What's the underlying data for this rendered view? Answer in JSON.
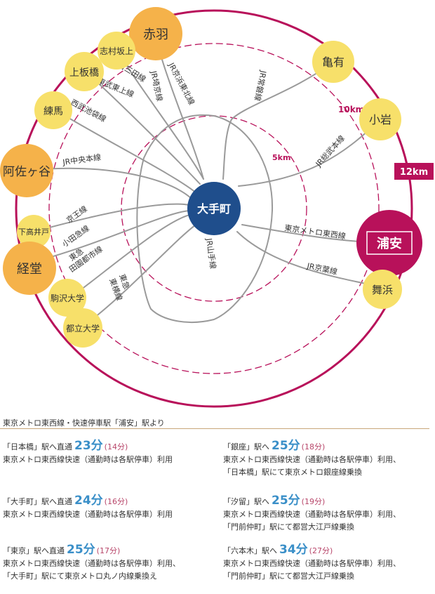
{
  "map": {
    "center": "大手町",
    "rings": [
      "5km",
      "10km",
      "12km"
    ],
    "stations": {
      "akabane": "赤羽",
      "shimura": "志村坂上",
      "kamiitabashi": "上板橋",
      "nerima": "練馬",
      "asagaya": "阿佐ヶ谷",
      "shimotakaido": "下高井戸",
      "kyodo": "経堂",
      "komazawa": "駒沢大学",
      "toritsu": "都立大学",
      "kameari": "亀有",
      "koiwa": "小岩",
      "urayasu": "浦安",
      "maihama": "舞浜"
    },
    "lines": {
      "mita": "都営三田線",
      "tobutojo": "東武東上線",
      "seibu": "西武池袋線",
      "saikyo": "JR埼京線",
      "keihin": "JR京浜東北線",
      "joban": "JR常磐線",
      "sobu": "JR総武本線",
      "chuo": "JR中央本線",
      "keio": "京王線",
      "odakyu": "小田急線",
      "denentoshi_1": "東急",
      "denentoshi_2": "田園都市線",
      "toyoko_1": "東急",
      "toyoko_2": "東横線",
      "yamanote": "JR山手線",
      "tozai": "東京メトロ東西線",
      "keiyo": "JR京葉線"
    }
  },
  "info": {
    "intro": "東京メトロ東西線・快速停車駅「浦安」駅より",
    "routes": [
      {
        "dest": "「日本橋」駅へ直通",
        "min": "23分",
        "paren": "(14分)",
        "line2": "東京メトロ東西線快速（通勤時は各駅停車）利用",
        "line3": ""
      },
      {
        "dest": "「大手町」駅へ直通",
        "min": "24分",
        "paren": "(16分)",
        "line2": "東京メトロ東西線快速（通勤時は各駅停車）利用",
        "line3": ""
      },
      {
        "dest": "「東京」駅へ直通",
        "min": "25分",
        "paren": "(17分)",
        "line2": "東京メトロ東西線快速（通勤時は各駅停車）利用、",
        "line3": "「大手町」駅にて東京メトロ丸ノ内線乗換え"
      },
      {
        "dest": "「銀座」駅へ",
        "min": "25分",
        "paren": "(18分)",
        "line2": "東京メトロ東西線快速（通勤時は各駅停車）利用、",
        "line3": "「日本橋」駅にて東京メトロ銀座線乗換"
      },
      {
        "dest": "「汐留」駅へ",
        "min": "25分",
        "paren": "(19分)",
        "line2": "東京メトロ東西線快速（通勤時は各駅停車）利用、",
        "line3": "「門前仲町」駅にて都営大江戸線乗換"
      },
      {
        "dest": "「六本木」駅へ",
        "min": "34分",
        "paren": "(27分)",
        "line2": "東京メトロ東西線快速（通勤時は各駅停車）利用、",
        "line3": "「門前仲町」駅にて都営大江戸線乗換"
      }
    ]
  },
  "colors": {
    "ring": "#b8115a",
    "station": "#f7e06a",
    "station_big": "#f5b24a",
    "center": "#1f4e8c",
    "accent_minutes": "#3a8fc8",
    "line": "#999999"
  }
}
